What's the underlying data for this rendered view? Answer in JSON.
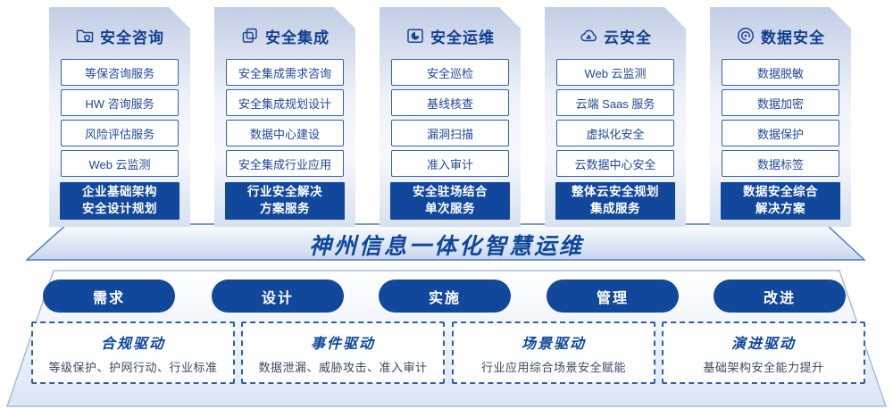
{
  "colors": {
    "primary_blue": "#11489c",
    "header_text": "#123f90",
    "item_border": "#3561ae",
    "item_text": "#20489a",
    "card_top": "#c2cee5",
    "card_bottom": "#d7e1f0",
    "driver_desc_text": "#40495c"
  },
  "columns": [
    {
      "icon": "folder-shield-icon",
      "title": "安全咨询",
      "items": [
        "等保咨询服务",
        "HW 咨询服务",
        "风险评估服务",
        "Web 云监测"
      ],
      "highlight": "企业基础架构\n安全设计规划"
    },
    {
      "icon": "copy-docs-icon",
      "title": "安全集成",
      "items": [
        "安全集成需求咨询",
        "安全集成规划设计",
        "数据中心建设",
        "安全集成行业应用"
      ],
      "highlight": "行业安全解决\n方案服务"
    },
    {
      "icon": "folder-pie-icon",
      "title": "安全运维",
      "items": [
        "安全巡检",
        "基线核查",
        "漏洞扫描",
        "准入审计"
      ],
      "highlight": "安全驻场结合\n单次服务"
    },
    {
      "icon": "cloud-icon",
      "title": "云安全",
      "items": [
        "Web 云监测",
        "云端 Saas 服务",
        "虚拟化安全",
        "云数据中心安全"
      ],
      "highlight": "整体云安全规划\n集成服务"
    },
    {
      "icon": "fingerprint-icon",
      "title": "数据安全",
      "items": [
        "数据脱敏",
        "数据加密",
        "数据保护",
        "数据标签"
      ],
      "highlight": "数据安全综合\n解决方案"
    }
  ],
  "banner": {
    "title": "神州信息一体化智慧运维"
  },
  "phases": [
    "需求",
    "设计",
    "实施",
    "管理",
    "改进"
  ],
  "drivers": [
    {
      "title": "合规驱动",
      "desc": "等级保护、护网行动、行业标准"
    },
    {
      "title": "事件驱动",
      "desc": "数据泄漏、威胁攻击、准入审计"
    },
    {
      "title": "场景驱动",
      "desc": "行业应用综合场景安全赋能"
    },
    {
      "title": "演进驱动",
      "desc": "基础架构安全能力提升"
    }
  ]
}
